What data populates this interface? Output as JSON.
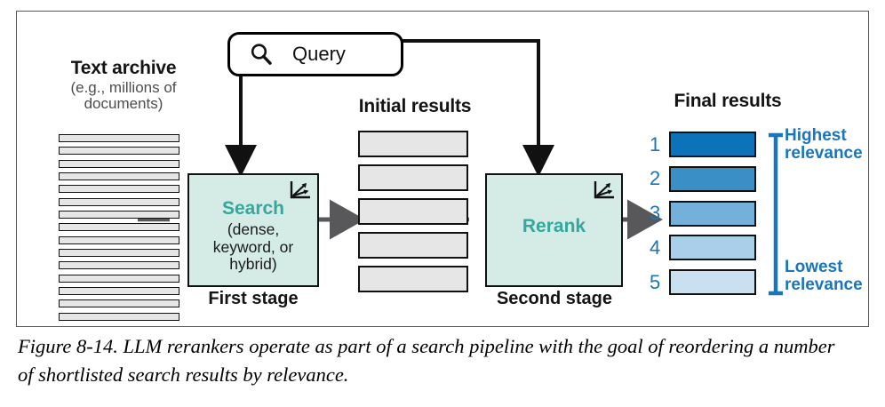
{
  "figure": {
    "caption": "Figure 8-14. LLM rerankers operate as part of a search pipeline with the goal of reordering a number of shortlisted search results by relevance."
  },
  "text_archive": {
    "title": "Text archive",
    "subtitle": "(e.g., millions of documents)",
    "document_count": 15
  },
  "query": {
    "label": "Query",
    "icon": "search-icon"
  },
  "stages": [
    {
      "id": "first",
      "title": "Search",
      "detail": "(dense, keyword, or hybrid)",
      "caption": "First stage",
      "icon": "vector-axis-icon"
    },
    {
      "id": "second",
      "title": "Rerank",
      "detail": "",
      "caption": "Second stage",
      "icon": "vector-axis-icon"
    }
  ],
  "initial_results": {
    "title": "Initial results",
    "count": 5,
    "fill": "#e6e6e6"
  },
  "final_results": {
    "title": "Final results",
    "rows": [
      {
        "rank": "1",
        "color": "#0c73b8"
      },
      {
        "rank": "2",
        "color": "#3a8fc6"
      },
      {
        "rank": "3",
        "color": "#73b1da"
      },
      {
        "rank": "4",
        "color": "#a9cfe9"
      },
      {
        "rank": "5",
        "color": "#c9e0f0"
      }
    ],
    "bracket": {
      "top_label": "Highest relevance",
      "bottom_label": "Lowest relevance",
      "color": "#1b75bb"
    }
  },
  "colors": {
    "stage_fill": "#d4ebe6",
    "stage_title": "#35a79c",
    "accent_blue": "#1b75bb",
    "arrow_gray": "#58585a",
    "frame_border": "#58585a"
  }
}
